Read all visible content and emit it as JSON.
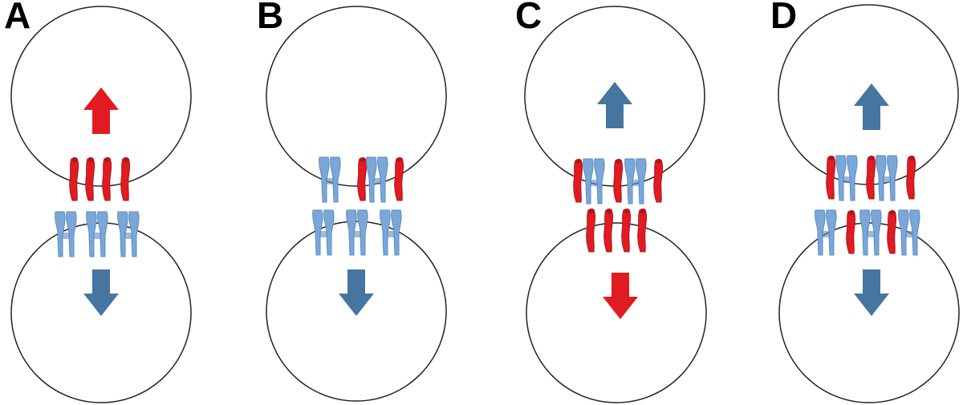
{
  "colors": {
    "red": "#e01b22",
    "red_dark": "#b3141a",
    "blue_dark": "#4675a1",
    "blue_light": "#7aa7d8",
    "blue_edge": "#5c8cc2",
    "cell_outline": "#222222",
    "background": "#ffffff"
  },
  "panels": [
    {
      "label": "A",
      "upper_cell": {
        "arrow": "up",
        "arrow_color": "red"
      },
      "lower_cell": {
        "arrow": "down",
        "arrow_color": "blue"
      },
      "upper_receptors": [
        "red",
        "red",
        "red",
        "red"
      ],
      "lower_receptors": [
        "blue",
        "blue",
        "blue"
      ]
    },
    {
      "label": "B",
      "upper_cell": {
        "arrow": "none",
        "arrow_color": ""
      },
      "lower_cell": {
        "arrow": "down",
        "arrow_color": "blue"
      },
      "upper_receptors": [
        "blue",
        "red",
        "blue",
        "red"
      ],
      "lower_receptors": [
        "blue",
        "blue",
        "blue"
      ]
    },
    {
      "label": "C",
      "upper_cell": {
        "arrow": "up",
        "arrow_color": "blue"
      },
      "lower_cell": {
        "arrow": "down",
        "arrow_color": "red"
      },
      "upper_receptors": [
        "red",
        "blue",
        "red",
        "blue",
        "red"
      ],
      "lower_receptors": [
        "red",
        "red",
        "red",
        "red"
      ]
    },
    {
      "label": "D",
      "upper_cell": {
        "arrow": "up",
        "arrow_color": "blue"
      },
      "lower_cell": {
        "arrow": "down",
        "arrow_color": "blue"
      },
      "upper_receptors": [
        "red",
        "blue",
        "red",
        "blue",
        "red"
      ],
      "lower_receptors": [
        "blue",
        "red",
        "blue",
        "red",
        "blue"
      ]
    }
  ]
}
